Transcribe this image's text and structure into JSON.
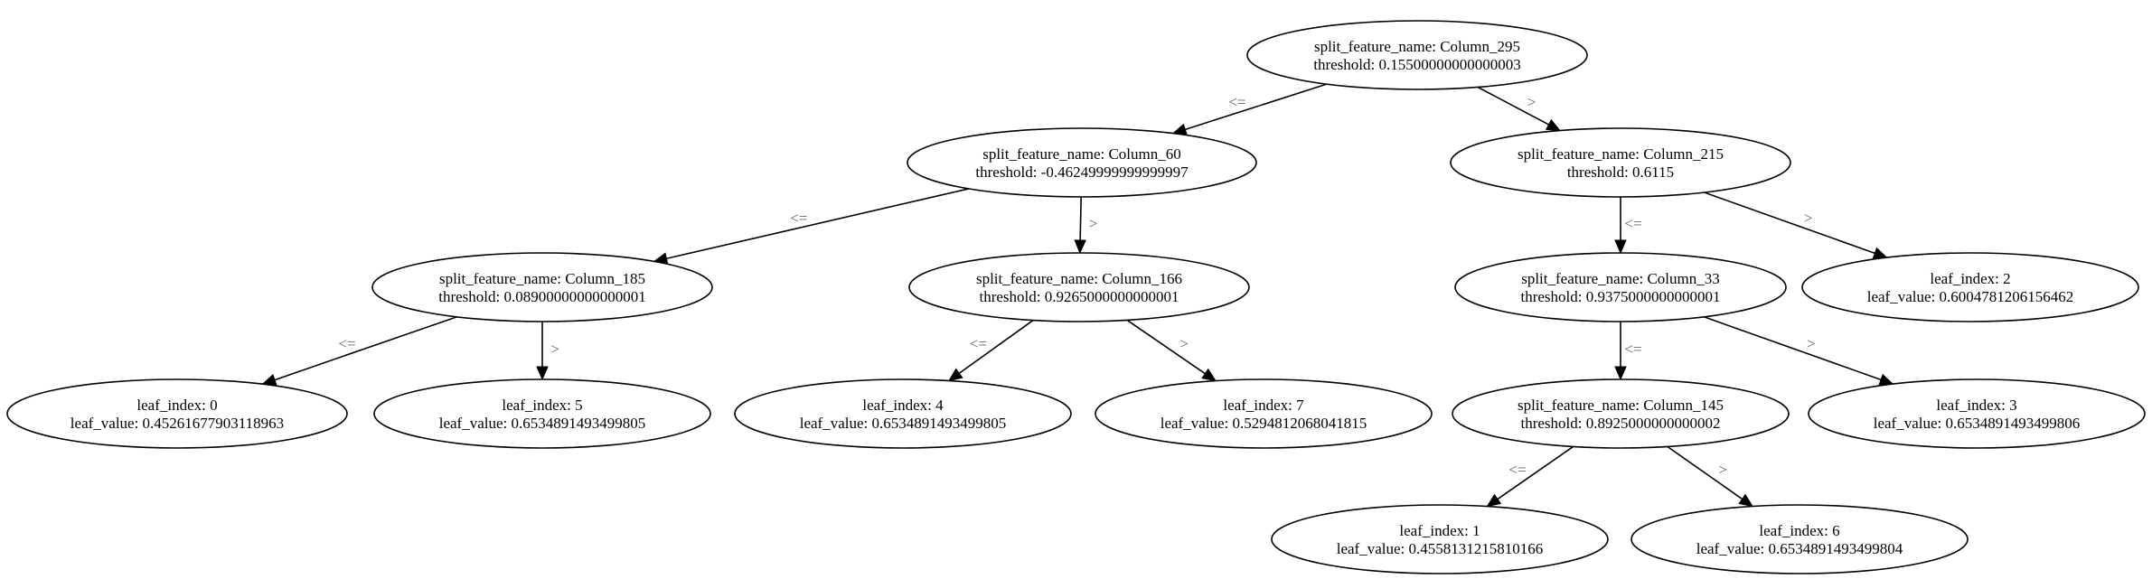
{
  "tree": {
    "nodes": [
      {
        "id": "n0",
        "line1": "split_feature_name: Column_295",
        "line2": "threshold: 0.15500000000000003"
      },
      {
        "id": "n1",
        "line1": "split_feature_name: Column_60",
        "line2": "threshold: -0.46249999999999997"
      },
      {
        "id": "n2",
        "line1": "split_feature_name: Column_215",
        "line2": "threshold: 0.6115"
      },
      {
        "id": "n3",
        "line1": "split_feature_name: Column_185",
        "line2": "threshold: 0.08900000000000001"
      },
      {
        "id": "n4",
        "line1": "split_feature_name: Column_166",
        "line2": "threshold: 0.9265000000000001"
      },
      {
        "id": "n5",
        "line1": "split_feature_name: Column_33",
        "line2": "threshold: 0.9375000000000001"
      },
      {
        "id": "n6",
        "line1": "leaf_index: 2",
        "line2": "leaf_value: 0.6004781206156462"
      },
      {
        "id": "n7",
        "line1": "leaf_index: 0",
        "line2": "leaf_value: 0.45261677903118963"
      },
      {
        "id": "n8",
        "line1": "leaf_index: 5",
        "line2": "leaf_value: 0.6534891493499805"
      },
      {
        "id": "n9",
        "line1": "leaf_index: 4",
        "line2": "leaf_value: 0.6534891493499805"
      },
      {
        "id": "n10",
        "line1": "leaf_index: 7",
        "line2": "leaf_value: 0.5294812068041815"
      },
      {
        "id": "n11",
        "line1": "split_feature_name: Column_145",
        "line2": "threshold: 0.8925000000000002"
      },
      {
        "id": "n12",
        "line1": "leaf_index: 3",
        "line2": "leaf_value: 0.6534891493499806"
      },
      {
        "id": "n13",
        "line1": "leaf_index: 1",
        "line2": "leaf_value: 0.4558131215810166"
      },
      {
        "id": "n14",
        "line1": "leaf_index: 6",
        "line2": "leaf_value: 0.6534891493499804"
      }
    ],
    "edges": [
      {
        "from": "n0",
        "to": "n1",
        "label": "<="
      },
      {
        "from": "n0",
        "to": "n2",
        "label": ">"
      },
      {
        "from": "n1",
        "to": "n3",
        "label": "<="
      },
      {
        "from": "n1",
        "to": "n4",
        "label": ">"
      },
      {
        "from": "n2",
        "to": "n5",
        "label": "<="
      },
      {
        "from": "n2",
        "to": "n6",
        "label": ">"
      },
      {
        "from": "n3",
        "to": "n7",
        "label": "<="
      },
      {
        "from": "n3",
        "to": "n8",
        "label": ">"
      },
      {
        "from": "n4",
        "to": "n9",
        "label": "<="
      },
      {
        "from": "n4",
        "to": "n10",
        "label": ">"
      },
      {
        "from": "n5",
        "to": "n11",
        "label": "<="
      },
      {
        "from": "n5",
        "to": "n12",
        "label": ">"
      },
      {
        "from": "n11",
        "to": "n13",
        "label": "<="
      },
      {
        "from": "n11",
        "to": "n14",
        "label": ">"
      }
    ]
  }
}
